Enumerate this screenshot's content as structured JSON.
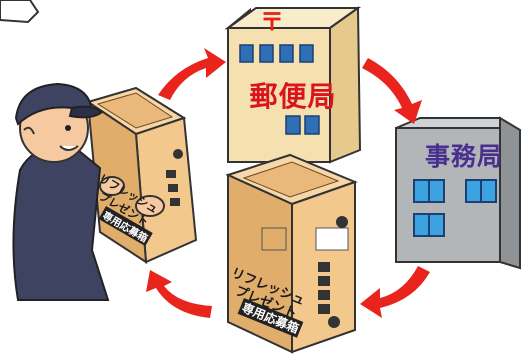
{
  "post_office": {
    "symbol": "〒",
    "label": "郵便局",
    "label_color": "#d9141f"
  },
  "office": {
    "label": "事務局",
    "label_color": "#4a2f8f"
  },
  "box_front": {
    "title_line1": "リフレッシュ",
    "title_line2": "プレゼント",
    "title_line3": "専用応募箱"
  },
  "box_held": {
    "title_line1": "リフレッシュ",
    "title_line2": "プレゼント",
    "title_line3": "専用応募箱"
  },
  "colors": {
    "arrow": "#e8241c",
    "box": "#f2c88d",
    "box_dark": "#e1ad6a",
    "building_post": "#f5e0b0",
    "building_office": "#b3b6b9",
    "window": "#2f6fb6",
    "uniform": "#3d4361"
  }
}
